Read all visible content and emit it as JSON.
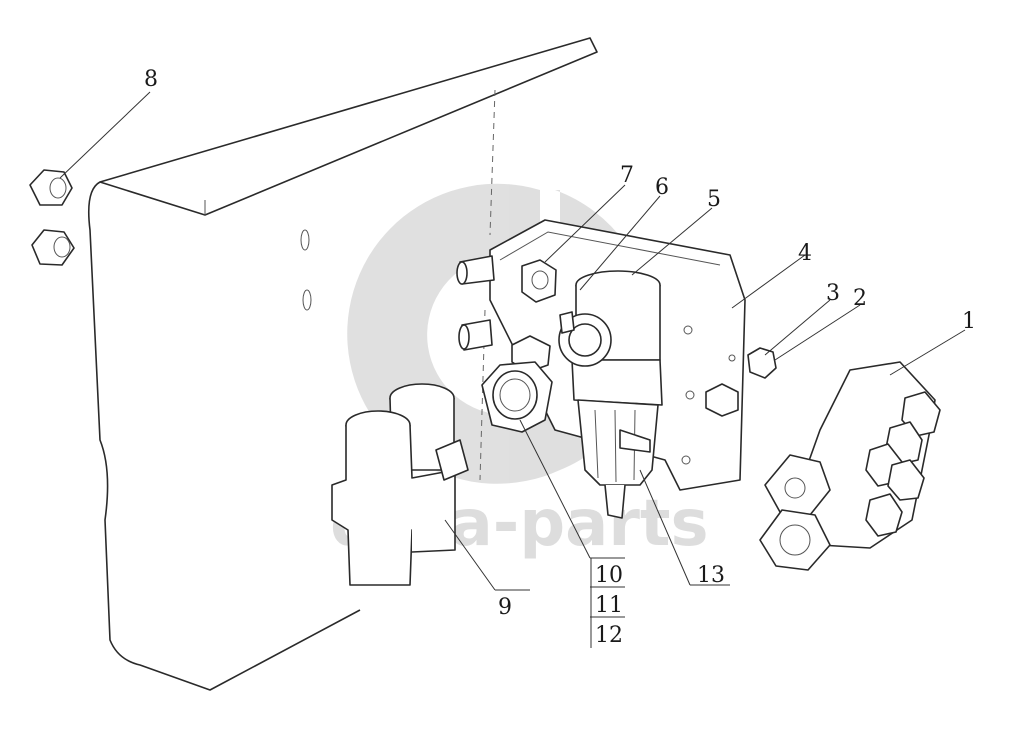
{
  "callouts": {
    "c1": "1",
    "c2": "2",
    "c3": "3",
    "c4": "4",
    "c5": "5",
    "c6": "6",
    "c7": "7",
    "c8": "8",
    "c9": "9",
    "c10": "10",
    "c11": "11",
    "c12": "12",
    "c13": "13"
  },
  "watermark": {
    "text": "data-parts"
  },
  "colors": {
    "line": "#2a2a2a",
    "background": "#ffffff",
    "watermark": "#000000"
  }
}
